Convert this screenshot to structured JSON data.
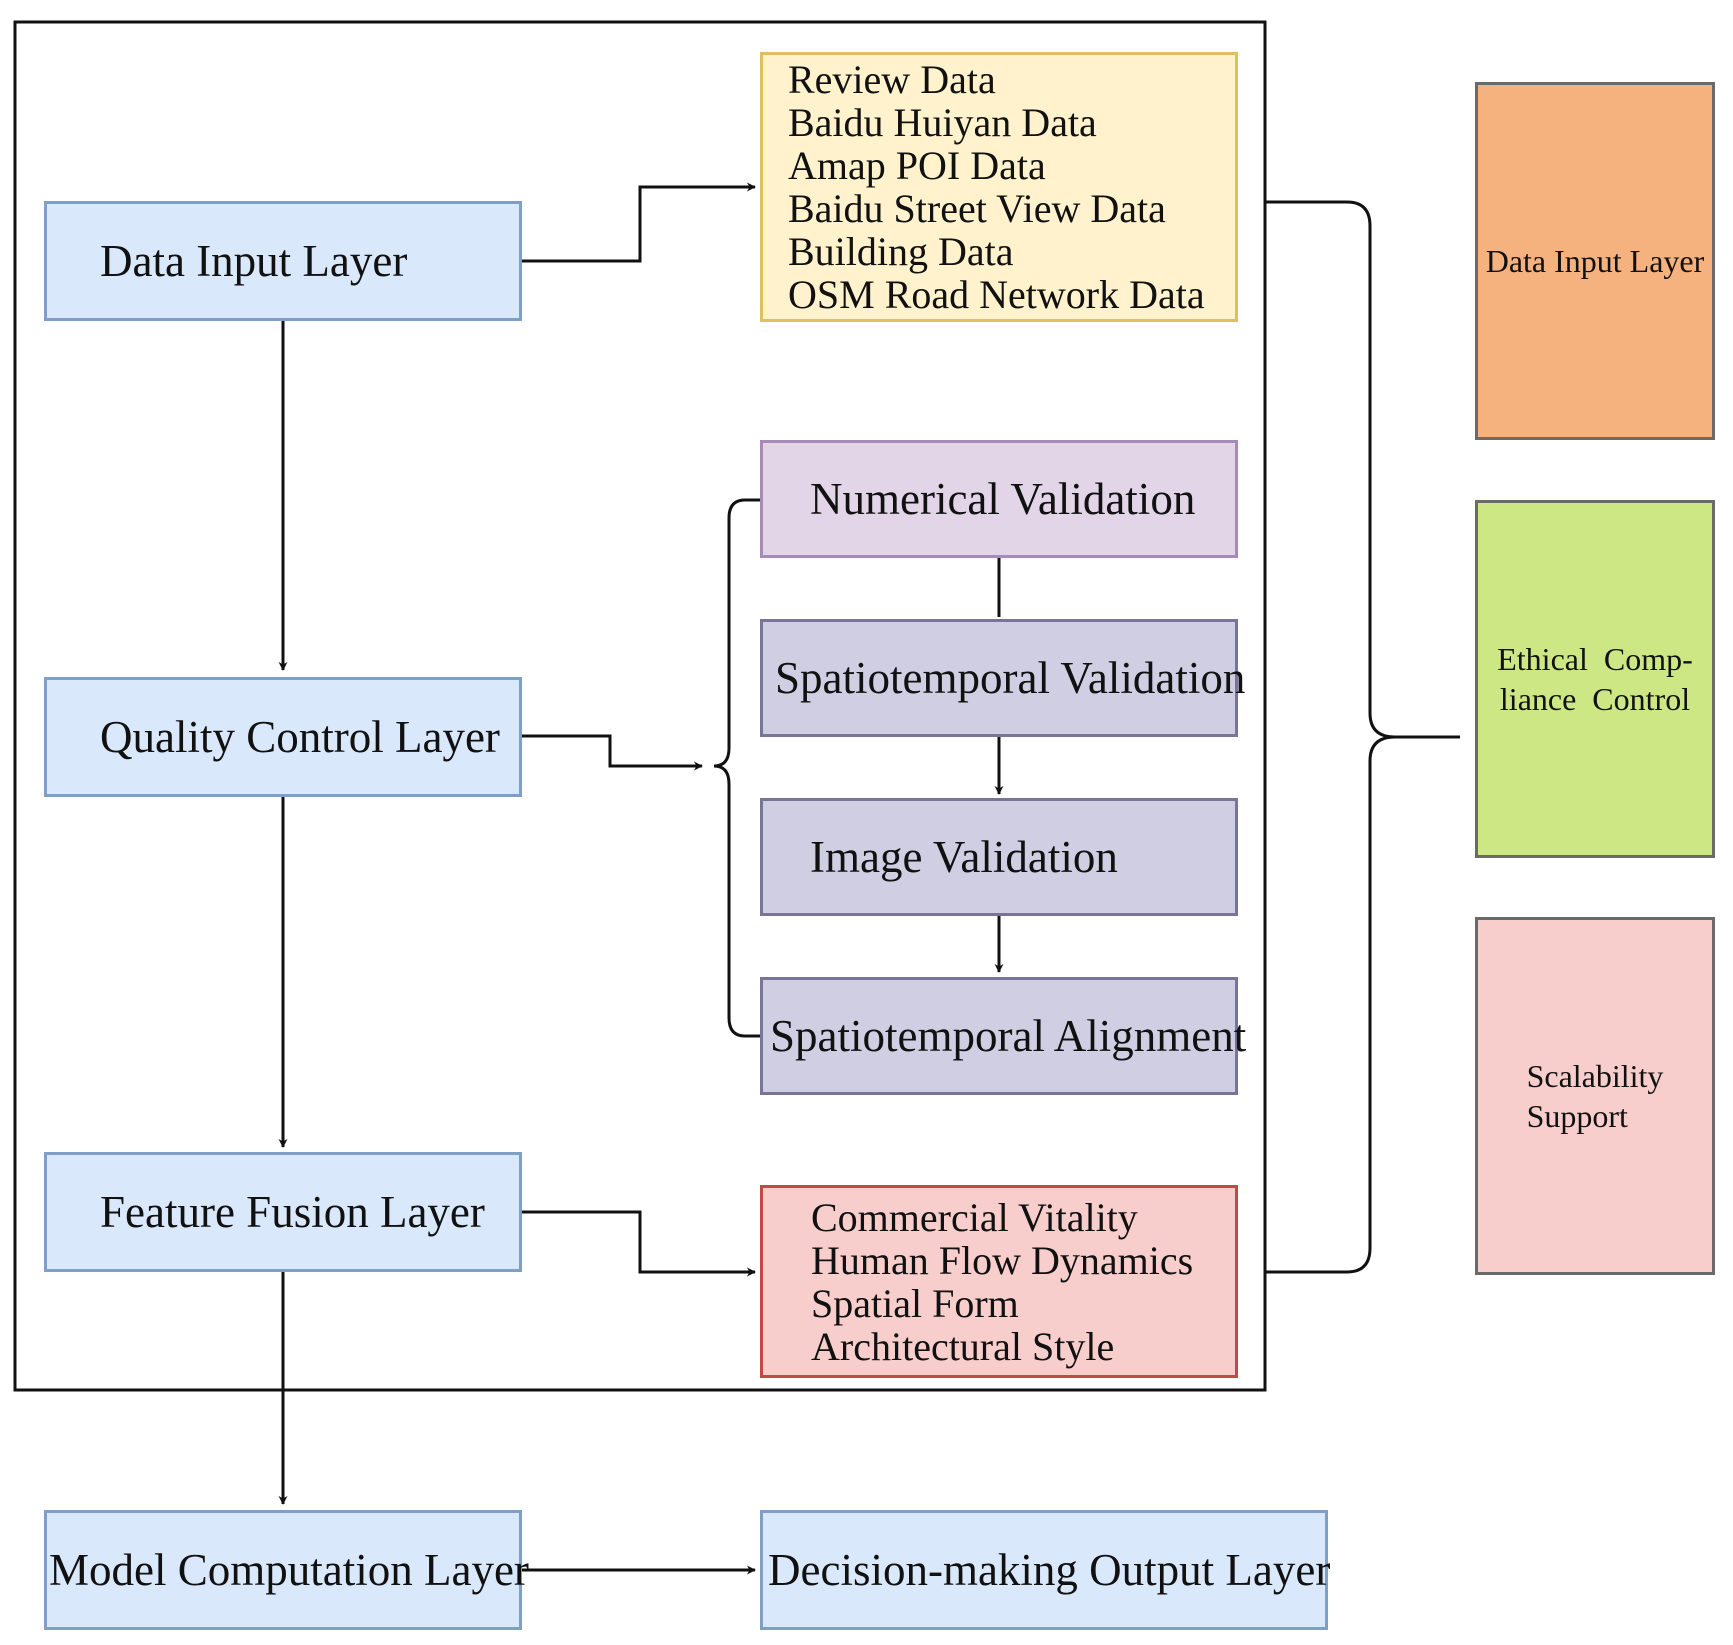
{
  "layers": {
    "data_input": "Data Input Layer",
    "quality_control": "Quality Control Layer",
    "feature_fusion": "Feature Fusion Layer",
    "model_computation": "Model Computation Layer",
    "decision_output": "Decision-making Output Layer"
  },
  "data_sources": [
    "Review Data",
    "Baidu Huiyan Data",
    "Amap POI Data",
    "Baidu Street View Data",
    "Building Data",
    "OSM Road Network Data"
  ],
  "validation_steps": [
    "Numerical Validation",
    "Spatiotemporal Validation",
    "Image Validation",
    "Spatiotemporal Alignment"
  ],
  "features": [
    "Commercial Vitality",
    "Human Flow Dynamics",
    "Spatial Form",
    "Architectural Style"
  ],
  "side_panels": {
    "data_input": "Data Input Layer",
    "ethical_line1": "Ethical  Comp-",
    "ethical_line2": "liance  Control",
    "scalability_line1": "Scalability",
    "scalability_line2": "Support"
  },
  "colors": {
    "layer_fill": "#dae8fc",
    "data_fill": "#fff2cc",
    "validation_top_fill": "#e1d5e7",
    "validation_fill": "#d0cee2",
    "feature_fill": "#f8cecc",
    "side_data_fill": "#f5b27e",
    "side_ethical_fill": "#cde785",
    "side_scalability_fill": "#f8cecc"
  }
}
